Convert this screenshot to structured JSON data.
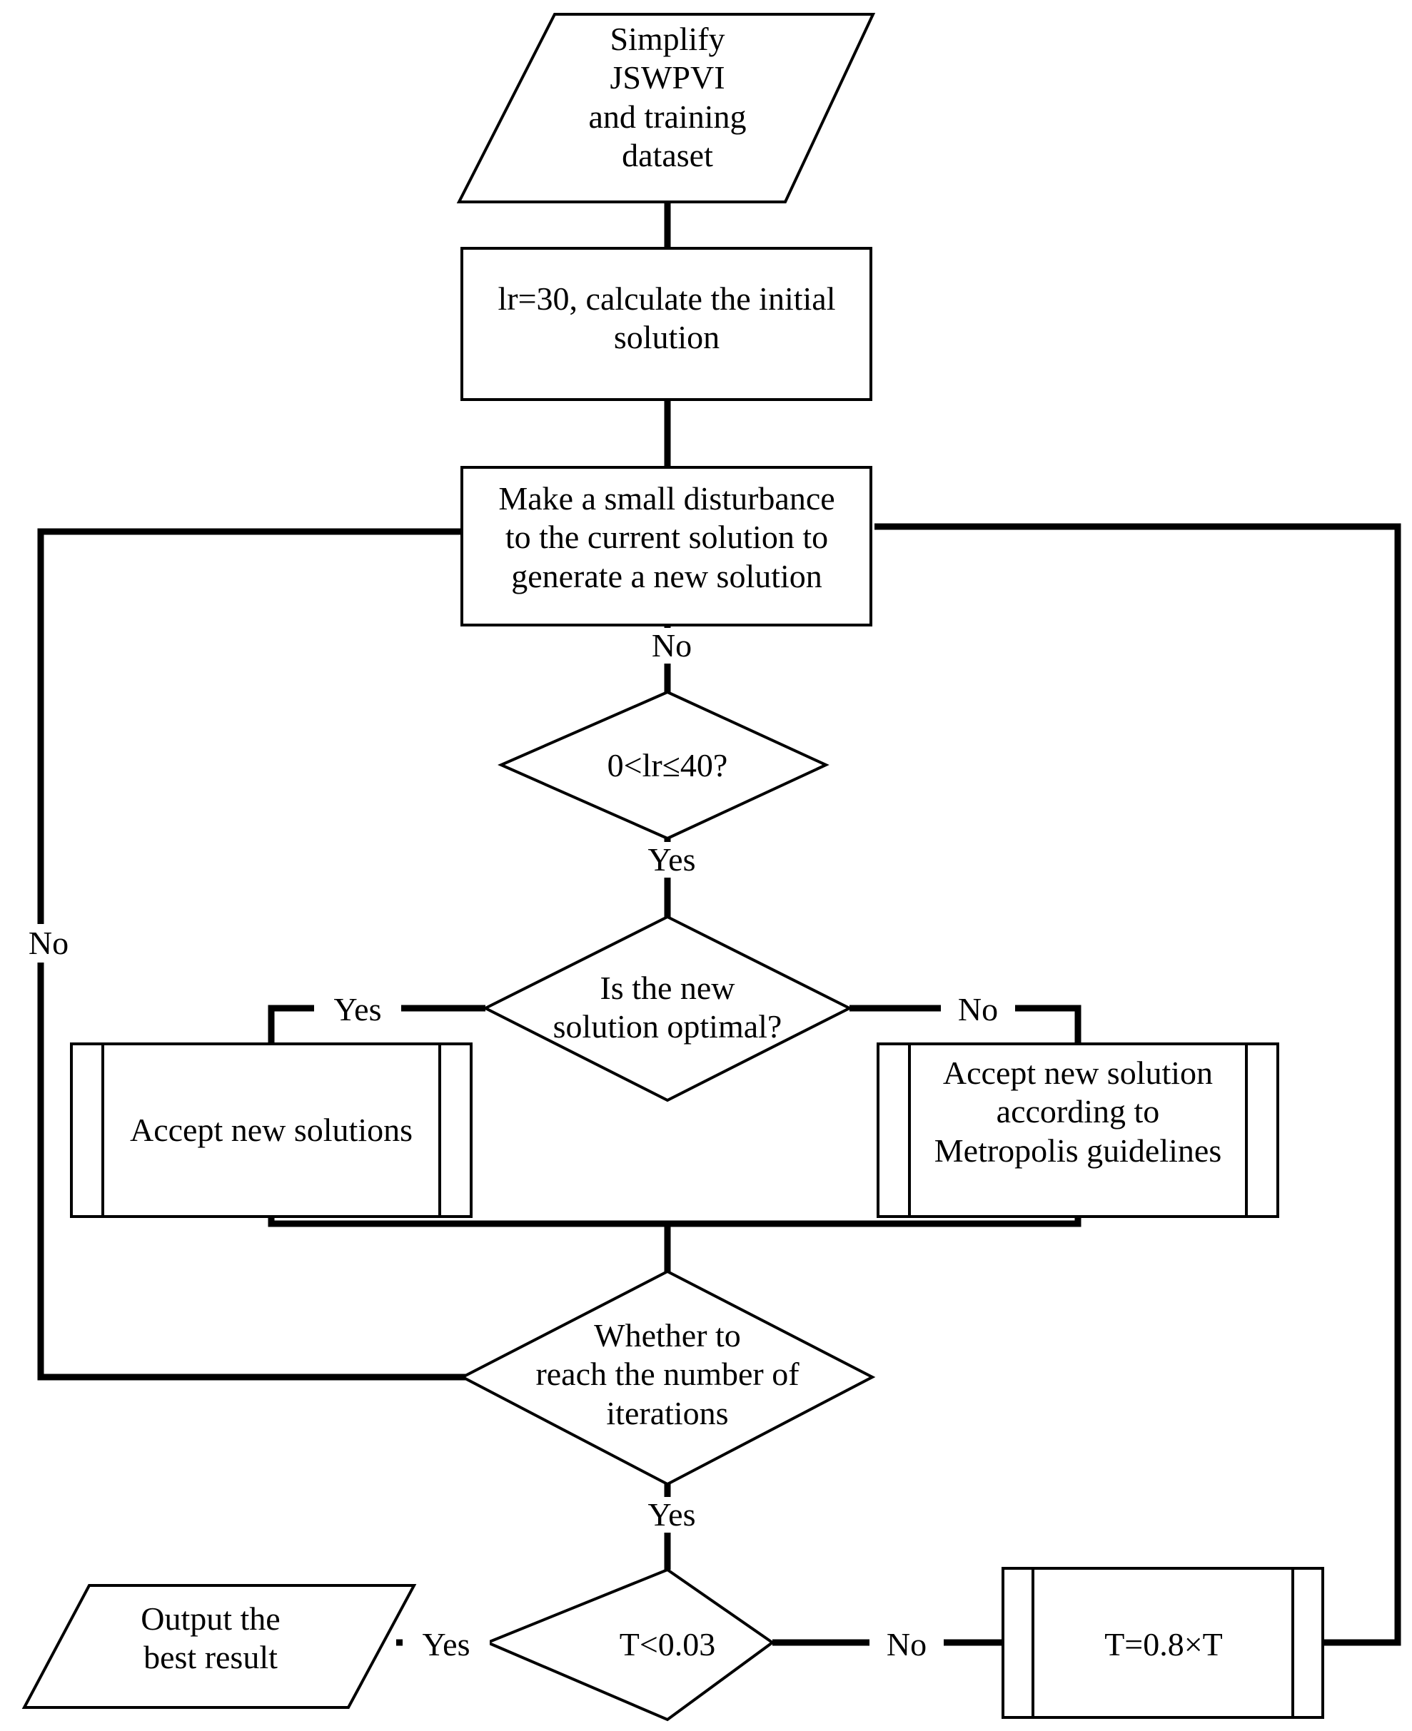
{
  "diagram": {
    "title": "Simulated annealing optimization flowchart",
    "background_color": "#ffffff",
    "line_color": "#000000",
    "text_color": "#000000"
  },
  "nodes": {
    "start_input": {
      "shape": "parallelogram",
      "text": "Simplify\nJSWPVI\nand training\ndataset"
    },
    "init": {
      "shape": "process",
      "text": "lr=30, calculate the initial\nsolution"
    },
    "disturb": {
      "shape": "process",
      "text": "Make a small disturbance\nto the current solution to\ngenerate a new solution"
    },
    "range_check": {
      "shape": "decision",
      "text": "0<lr≤40?"
    },
    "optimal_check": {
      "shape": "decision",
      "text": "Is the new\nsolution optimal?"
    },
    "accept_new": {
      "shape": "predefined-process",
      "text": "Accept new solutions"
    },
    "accept_metropolis": {
      "shape": "predefined-process",
      "text": "Accept new solution\naccording to\nMetropolis guidelines"
    },
    "iterations_check": {
      "shape": "decision",
      "text": "Whether to\nreach the number of\niterations"
    },
    "temp_check": {
      "shape": "decision",
      "text": "T<0.03"
    },
    "cool": {
      "shape": "predefined-process",
      "text": "T=0.8×T"
    },
    "output": {
      "shape": "parallelogram",
      "text": "Output the\nbest result"
    }
  },
  "edge_labels": {
    "disturb_no": "No",
    "range_yes": "Yes",
    "optimal_yes": "Yes",
    "optimal_no": "No",
    "iterations_no": "No",
    "iterations_yes": "Yes",
    "temp_yes": "Yes",
    "temp_no": "No"
  }
}
